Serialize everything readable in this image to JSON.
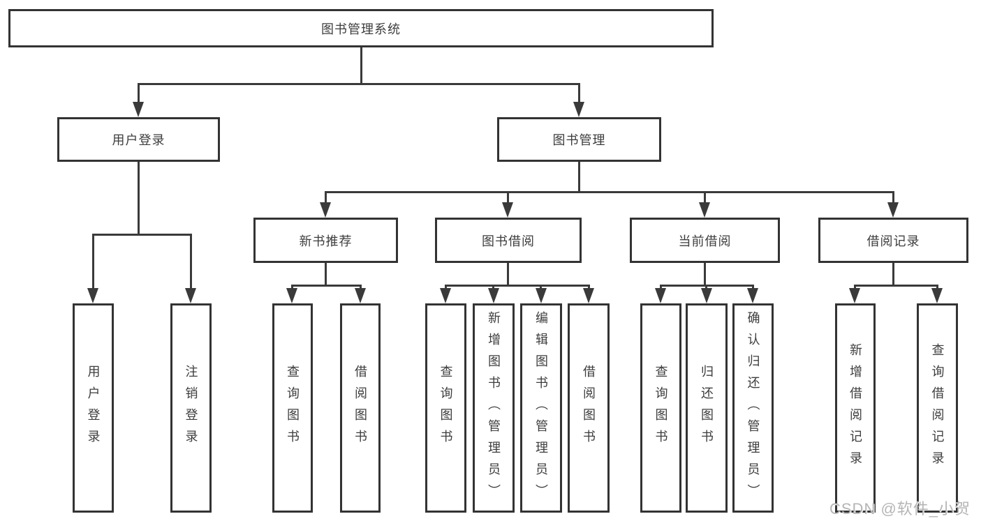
{
  "tree": {
    "label": "图书管理系统",
    "children": [
      {
        "label": "用户登录",
        "children": [
          "用户登录",
          "注销登录"
        ]
      },
      {
        "label": "图书管理",
        "children": [
          {
            "label": "新书推荐",
            "children": [
              "查询图书",
              "借阅图书"
            ]
          },
          {
            "label": "图书借阅",
            "children": [
              "查询图书",
              "新增图书（管理员）",
              "编辑图书（管理员）",
              "借阅图书"
            ]
          },
          {
            "label": "当前借阅",
            "children": [
              "查询图书",
              "归还图书",
              "确认归还（管理员）"
            ]
          },
          {
            "label": "借阅记录",
            "children": [
              "新增借阅记录",
              "查询借阅记录"
            ]
          }
        ]
      }
    ]
  },
  "watermark": "CSDN @软件_小贺同学",
  "colors": {
    "line": "#3a3a3a",
    "border": "#333333",
    "text": "#3d3d3d",
    "background": "#ffffff",
    "watermark": "#b5b5b5"
  }
}
